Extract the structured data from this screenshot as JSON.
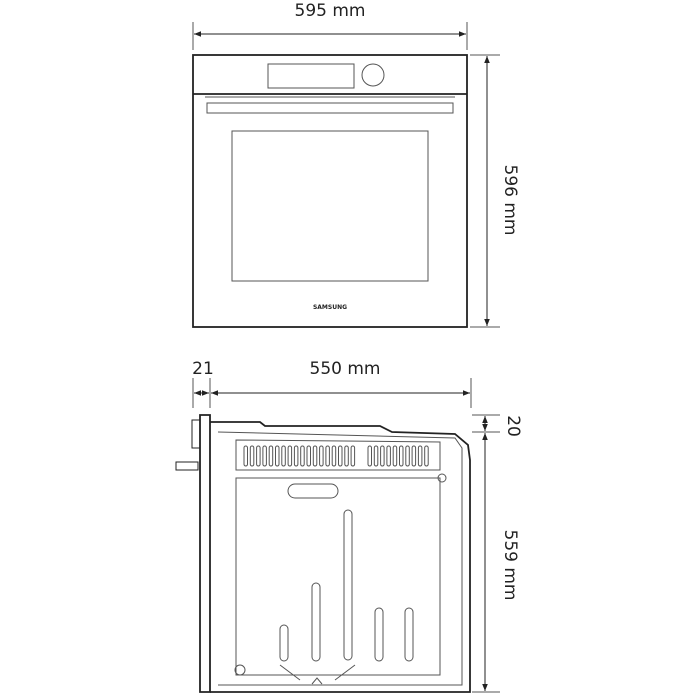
{
  "front_view": {
    "width_label": "595 mm",
    "height_label": "596 mm",
    "brand_logo": "SAMSUNG"
  },
  "side_view": {
    "door_depth_label": "21",
    "body_depth_label": "550 mm",
    "top_offset_label": "20",
    "body_height_label": "559 mm"
  },
  "colors": {
    "line": "#222222",
    "background": "#ffffff"
  }
}
